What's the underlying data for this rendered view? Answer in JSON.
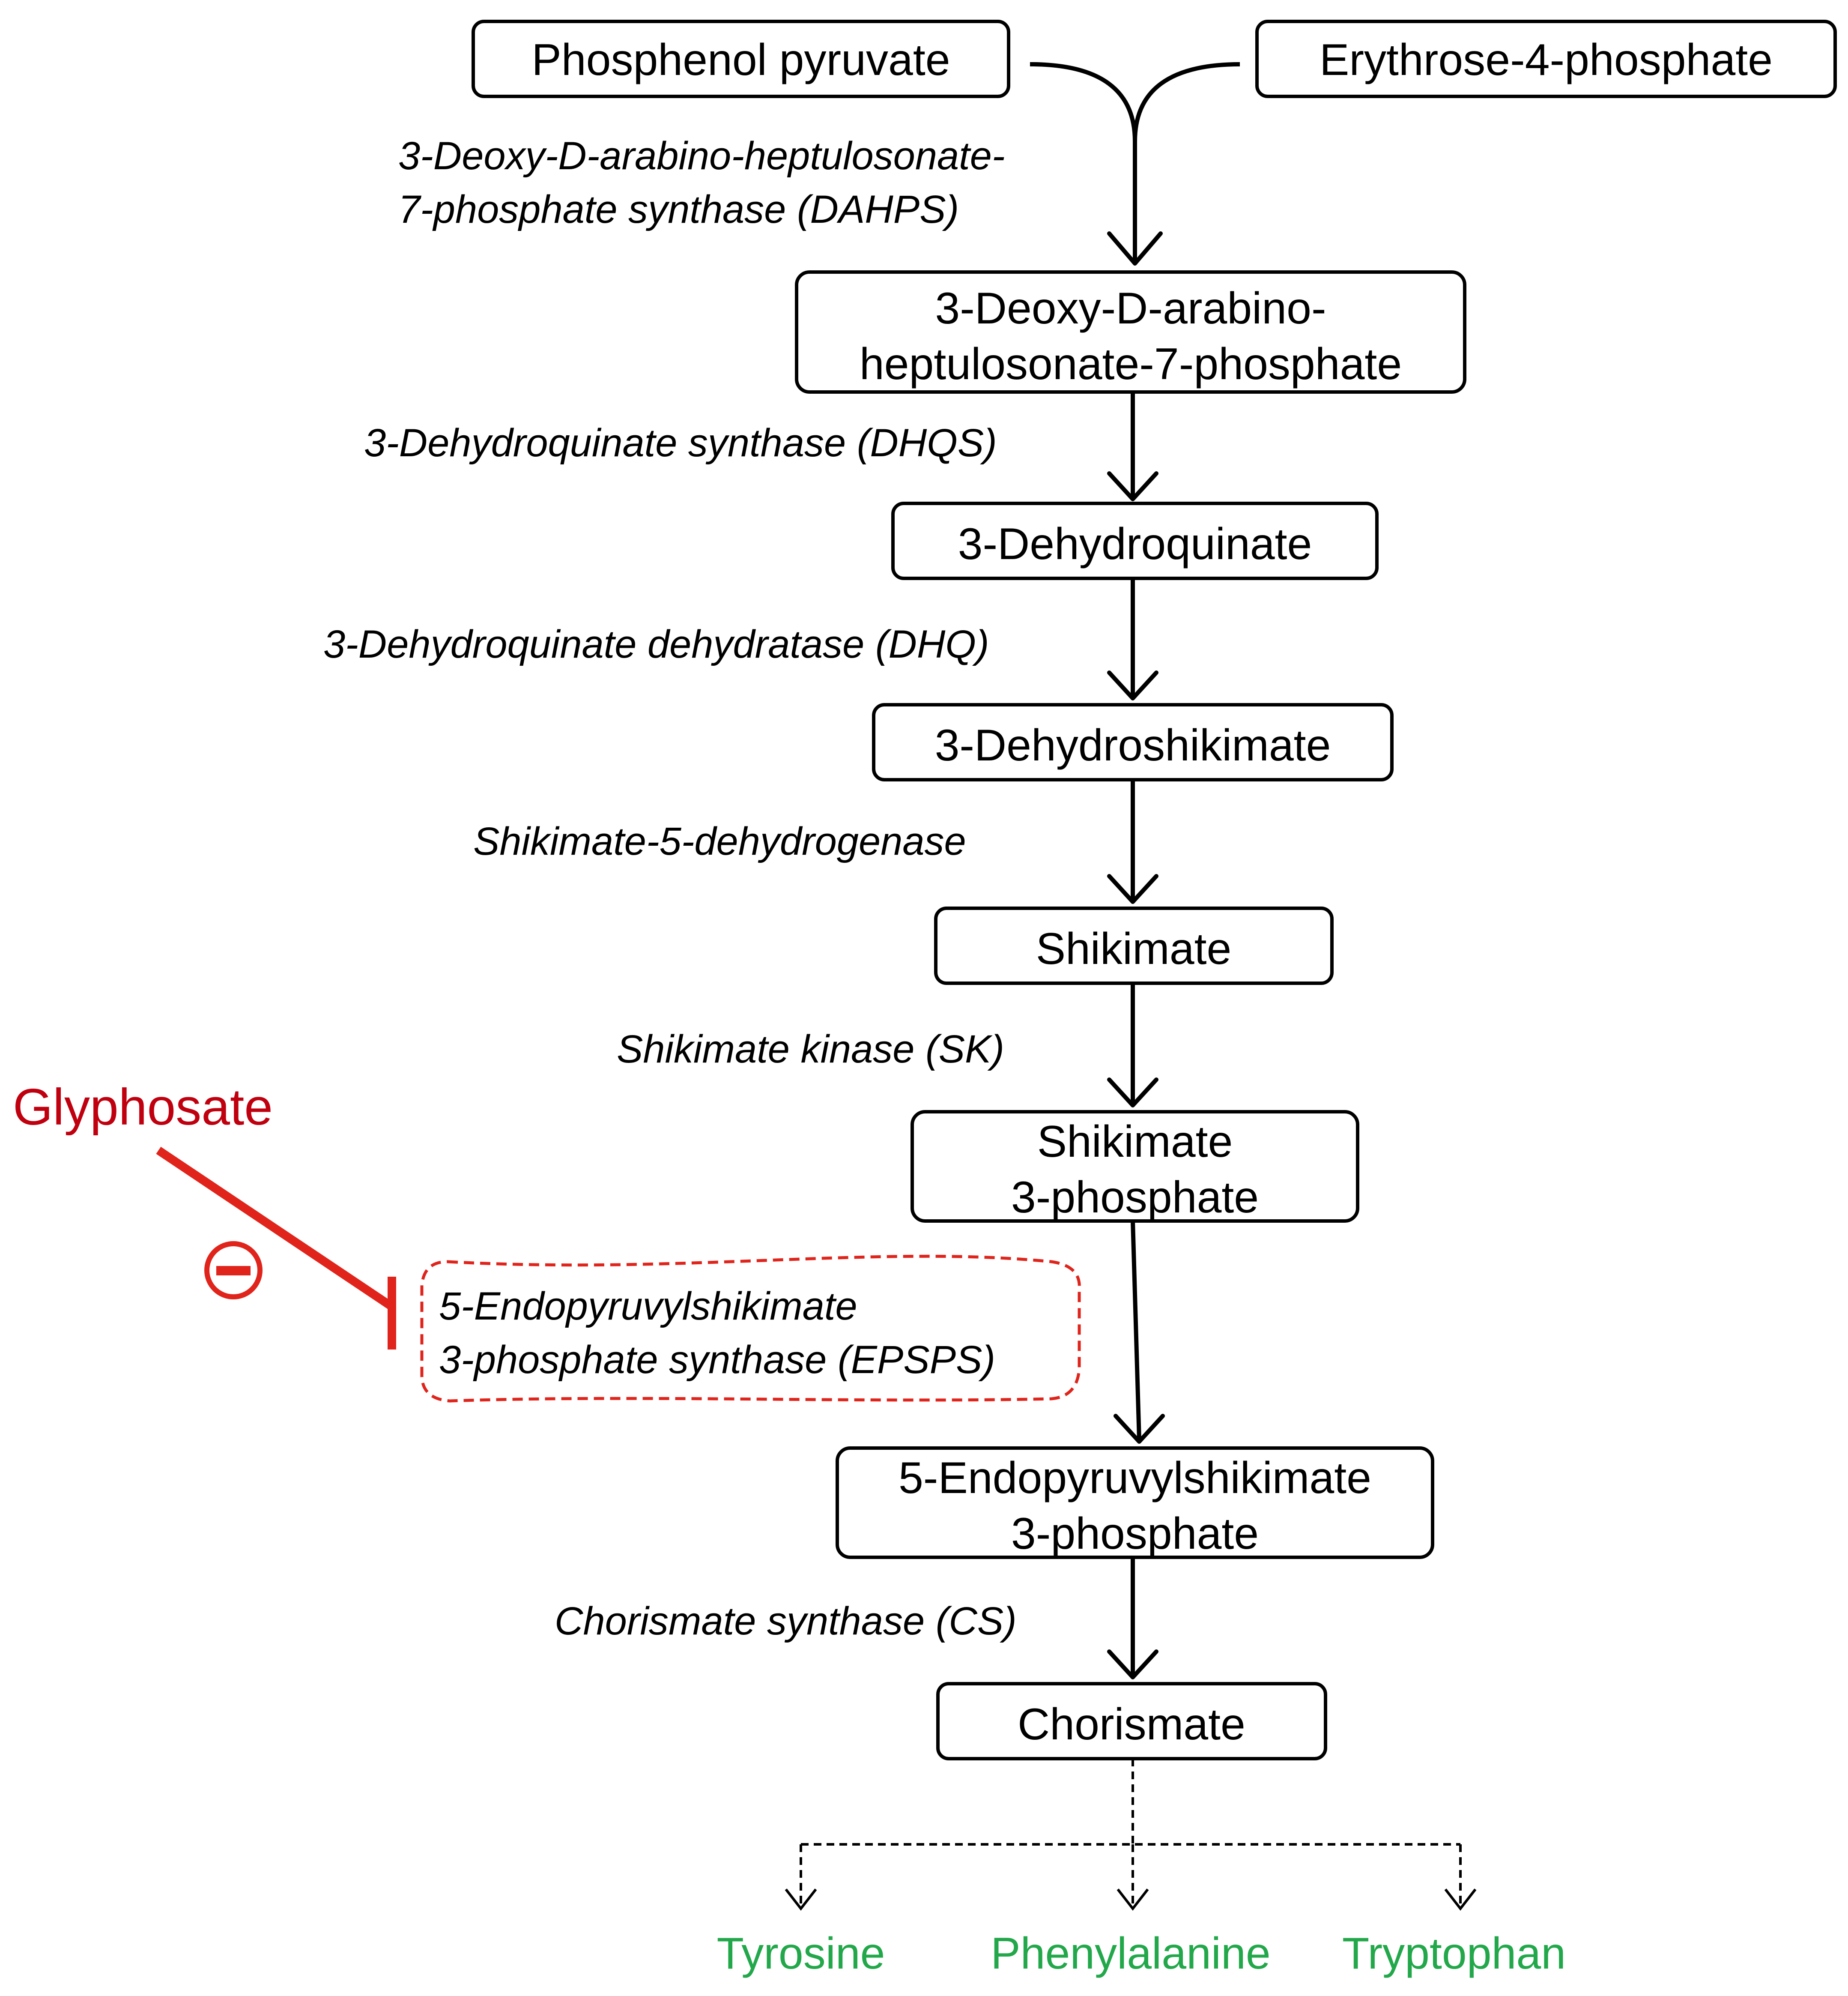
{
  "colors": {
    "node_border": "#000000",
    "enzyme_text": "#000000",
    "inhibitor": "#e0241b",
    "inhibitor_label": "#c0000f",
    "product": "#22a84a"
  },
  "nodes": {
    "pep": "Phosphenol pyruvate",
    "e4p": "Erythrose-4-phosphate",
    "dahp": [
      "3-Deoxy-D-arabino-",
      "heptulosonate-7-phosphate"
    ],
    "dhq": "3-Dehydroquinate",
    "dhs": "3-Dehydroshikimate",
    "shikimate": "Shikimate",
    "s3p": [
      "Shikimate",
      "3-phosphate"
    ],
    "epsp": [
      "5-Endopyruvylshikimate",
      "3-phosphate"
    ],
    "chorismate": "Chorismate"
  },
  "enzymes": {
    "dahps": [
      "3-Deoxy-D-arabino-heptulosonate-",
      "7-phosphate synthase (DAHPS)"
    ],
    "dhqs": "3-Dehydroquinate synthase (DHQS)",
    "dhq": "3-Dehydroquinate dehydratase (DHQ)",
    "sdh": "Shikimate-5-dehydrogenase",
    "sk": "Shikimate kinase (SK)",
    "epsps": [
      "5-Endopyruvylshikimate",
      "3-phosphate synthase (EPSPS)"
    ],
    "cs": "Chorismate synthase (CS)"
  },
  "inhibitor": {
    "label": "Glyphosate",
    "symbol": "⊖"
  },
  "products": [
    "Tyrosine",
    "Phenylalanine",
    "Tryptophan"
  ]
}
